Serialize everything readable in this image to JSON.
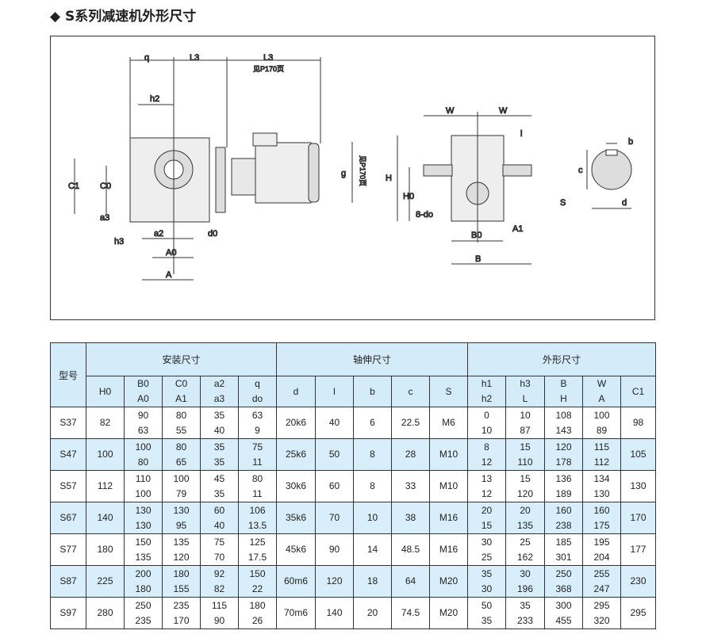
{
  "title": "◆ S系列减速机外形尺寸",
  "drawing": {
    "labels_side": [
      "q",
      "L3",
      "L3",
      "见P170页",
      "h2",
      "C1",
      "C0",
      "a3",
      "h3",
      "a2",
      "d0",
      "A0",
      "A",
      "g",
      "见P170页"
    ],
    "labels_front": [
      "W",
      "W",
      "l",
      "H",
      "H0",
      "8-do",
      "S",
      "B0",
      "A1",
      "B"
    ],
    "labels_shaft": [
      "b",
      "c",
      "d"
    ]
  },
  "table": {
    "model_header": "型号",
    "groups": [
      "安装尺寸",
      "轴伸尺寸",
      "外形尺寸"
    ],
    "columns": [
      [
        "H0"
      ],
      [
        "B0",
        "A0"
      ],
      [
        "C0",
        "A1"
      ],
      [
        "a2",
        "a3"
      ],
      [
        "q",
        "do"
      ],
      [
        "d"
      ],
      [
        "l"
      ],
      [
        "b"
      ],
      [
        "c"
      ],
      [
        "S"
      ],
      [
        "h1",
        "h2"
      ],
      [
        "h3",
        "L"
      ],
      [
        "B",
        "H"
      ],
      [
        "W",
        "A"
      ],
      [
        "C1"
      ]
    ],
    "rows": [
      {
        "model": "S37",
        "cells": [
          [
            "82"
          ],
          [
            "90",
            "63"
          ],
          [
            "80",
            "55"
          ],
          [
            "35",
            "40"
          ],
          [
            "63",
            "9"
          ],
          [
            "20k6"
          ],
          [
            "40"
          ],
          [
            "6"
          ],
          [
            "22.5"
          ],
          [
            "M6"
          ],
          [
            "0",
            "10"
          ],
          [
            "10",
            "87"
          ],
          [
            "108",
            "143"
          ],
          [
            "100",
            "89"
          ],
          [
            "98"
          ]
        ]
      },
      {
        "model": "S47",
        "cells": [
          [
            "100"
          ],
          [
            "100",
            "80"
          ],
          [
            "80",
            "65"
          ],
          [
            "35",
            "35"
          ],
          [
            "75",
            "11"
          ],
          [
            "25k6"
          ],
          [
            "50"
          ],
          [
            "8"
          ],
          [
            "28"
          ],
          [
            "M10"
          ],
          [
            "8",
            "12"
          ],
          [
            "15",
            "110"
          ],
          [
            "120",
            "178"
          ],
          [
            "115",
            "112"
          ],
          [
            "105"
          ]
        ]
      },
      {
        "model": "S57",
        "cells": [
          [
            "112"
          ],
          [
            "110",
            "100"
          ],
          [
            "100",
            "79"
          ],
          [
            "45",
            "35"
          ],
          [
            "80",
            "11"
          ],
          [
            "30k6"
          ],
          [
            "60"
          ],
          [
            "8"
          ],
          [
            "33"
          ],
          [
            "M10"
          ],
          [
            "13",
            "12"
          ],
          [
            "15",
            "120"
          ],
          [
            "136",
            "189"
          ],
          [
            "134",
            "130"
          ],
          [
            "130"
          ]
        ]
      },
      {
        "model": "S67",
        "cells": [
          [
            "140"
          ],
          [
            "130",
            "130"
          ],
          [
            "130",
            "95"
          ],
          [
            "60",
            "40"
          ],
          [
            "106",
            "13.5"
          ],
          [
            "35k6"
          ],
          [
            "70"
          ],
          [
            "10"
          ],
          [
            "38"
          ],
          [
            "M16"
          ],
          [
            "20",
            "15"
          ],
          [
            "20",
            "135"
          ],
          [
            "160",
            "238"
          ],
          [
            "160",
            "175"
          ],
          [
            "170"
          ]
        ]
      },
      {
        "model": "S77",
        "cells": [
          [
            "180"
          ],
          [
            "150",
            "135"
          ],
          [
            "135",
            "120"
          ],
          [
            "75",
            "70"
          ],
          [
            "125",
            "17.5"
          ],
          [
            "45k6"
          ],
          [
            "90"
          ],
          [
            "14"
          ],
          [
            "48.5"
          ],
          [
            "M16"
          ],
          [
            "30",
            "25"
          ],
          [
            "25",
            "162"
          ],
          [
            "185",
            "301"
          ],
          [
            "195",
            "204"
          ],
          [
            "177"
          ]
        ]
      },
      {
        "model": "S87",
        "cells": [
          [
            "225"
          ],
          [
            "200",
            "180"
          ],
          [
            "180",
            "155"
          ],
          [
            "92",
            "82"
          ],
          [
            "150",
            "22"
          ],
          [
            "60m6"
          ],
          [
            "120"
          ],
          [
            "18"
          ],
          [
            "64"
          ],
          [
            "M20"
          ],
          [
            "35",
            "30"
          ],
          [
            "30",
            "196"
          ],
          [
            "250",
            "368"
          ],
          [
            "255",
            "247"
          ],
          [
            "230"
          ]
        ]
      },
      {
        "model": "S97",
        "cells": [
          [
            "280"
          ],
          [
            "250",
            "235"
          ],
          [
            "235",
            "170"
          ],
          [
            "115",
            "90"
          ],
          [
            "180",
            "26"
          ],
          [
            "70m6"
          ],
          [
            "140"
          ],
          [
            "20"
          ],
          [
            "74.5"
          ],
          [
            "M20"
          ],
          [
            "50",
            "35"
          ],
          [
            "35",
            "233"
          ],
          [
            "300",
            "455"
          ],
          [
            "295",
            "320"
          ],
          [
            "295"
          ]
        ]
      }
    ]
  }
}
